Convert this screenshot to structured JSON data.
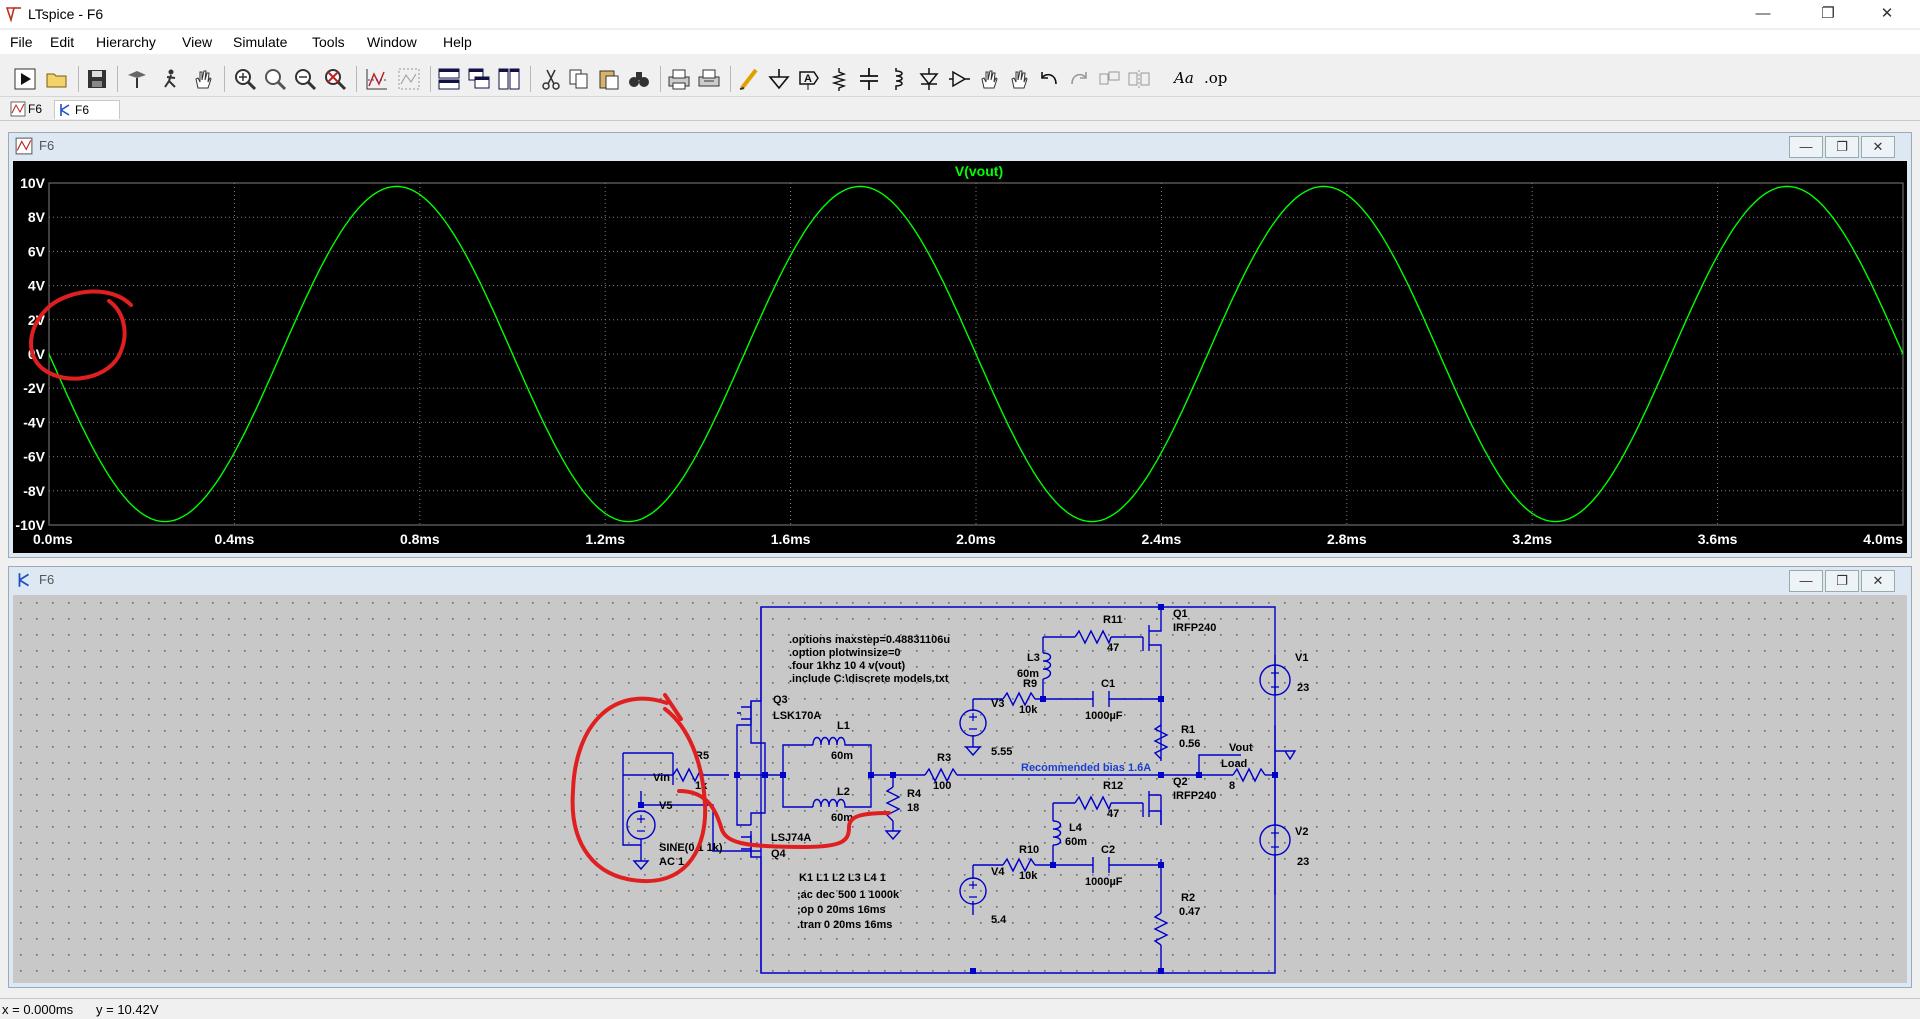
{
  "window": {
    "title": "LTspice - F6"
  },
  "window_controls": {
    "minimize": "—",
    "restore": "❐",
    "close": "✕"
  },
  "menu": [
    "File",
    "Edit",
    "Hierarchy",
    "View",
    "Simulate",
    "Tools",
    "Window",
    "Help"
  ],
  "toolbar": {
    "icons": [
      "run-icon",
      "open-icon",
      "save-icon",
      "control-panel-icon",
      "halt-icon",
      "pan-hand-icon",
      "zoom-in-icon",
      "zoom-full-icon",
      "zoom-out-icon",
      "zoom-cancel-icon",
      "autorange-icon",
      "delete-trace-icon",
      "tile-horizontal-icon",
      "cascade-icon",
      "tile-vertical-icon",
      "cut-icon",
      "copy-icon",
      "paste-icon",
      "find-icon",
      "print-icon",
      "print-preview-icon",
      "draw-wire-icon",
      "ground-icon",
      "label-net-icon",
      "resistor-icon",
      "capacitor-icon",
      "inductor-icon",
      "diode-icon",
      "component-icon",
      "move-icon",
      "drag-icon",
      "undo-icon",
      "redo-icon",
      "rotate-icon",
      "mirror-icon"
    ],
    "text_label": "Aa",
    "spice_directive": ".op"
  },
  "doc_tabs": [
    {
      "label": "F6",
      "kind": "waveform"
    },
    {
      "label": "F6",
      "kind": "schematic"
    }
  ],
  "waveform_window": {
    "title": "F6"
  },
  "schematic_window": {
    "title": "F6"
  },
  "mdi_controls": {
    "minimize": "—",
    "restore": "❐",
    "close": "✕"
  },
  "chart_data": {
    "type": "line",
    "title": "V(vout)",
    "x_tick_labels": [
      "0.0ms",
      "0.4ms",
      "0.8ms",
      "1.2ms",
      "1.6ms",
      "2.0ms",
      "2.4ms",
      "2.8ms",
      "3.2ms",
      "3.6ms",
      "4.0ms"
    ],
    "y_tick_labels": [
      "10V",
      "8V",
      "6V",
      "4V",
      "2V",
      "0V",
      "-2V",
      "-4V",
      "-6V",
      "-8V",
      "-10V"
    ],
    "xlim": [
      0,
      4.0
    ],
    "ylim": [
      -10,
      10
    ],
    "grid": true,
    "series": [
      {
        "name": "V(vout)",
        "color": "#00ff00",
        "amplitude_v": 9.8,
        "frequency_hz": 1000,
        "x_unit": "ms",
        "x": [
          0,
          0.25,
          0.5,
          0.75,
          1.0,
          1.25,
          1.5,
          1.75,
          2.0,
          2.25,
          2.5,
          2.75,
          3.0,
          3.25,
          3.5,
          3.75,
          4.0
        ],
        "y": [
          0,
          -9.8,
          0,
          9.8,
          0,
          -9.8,
          0,
          9.8,
          0,
          -9.8,
          0,
          9.8,
          0,
          -9.8,
          0,
          9.8,
          0
        ]
      }
    ]
  },
  "schematic": {
    "directives": [
      ".options maxstep=0.48831106u",
      ".option plotwinsize=0",
      ".four 1khz 10 4 v(vout)",
      ".include C:\\discrete models.txt"
    ],
    "directives_bottom": [
      "K1 L1 L2 L3 L4 1",
      ";ac dec 500 1 1000k",
      ";op 0 20ms 16ms",
      ".tran 0 20ms 16ms"
    ],
    "bias_note": "Recommended bias 1.6A",
    "components": {
      "q1": {
        "name": "Q1",
        "model": "IRFP240"
      },
      "q2": {
        "name": "Q2",
        "model": "IRFP240"
      },
      "q3": {
        "name": "Q3",
        "model": "LSK170A"
      },
      "q4": {
        "name": "Q4",
        "model": "LSJ74A"
      },
      "r1": {
        "name": "R1",
        "value": "0.56"
      },
      "r2": {
        "name": "R2",
        "value": "0.47"
      },
      "r3": {
        "name": "R3",
        "value": "100"
      },
      "r4": {
        "name": "R4",
        "value": "18"
      },
      "r5": {
        "name": "R5",
        "value": "1k"
      },
      "r9": {
        "name": "R9",
        "value": "10k"
      },
      "r10": {
        "name": "R10",
        "value": "10k"
      },
      "r11": {
        "name": "R11",
        "value": "47"
      },
      "r12": {
        "name": "R12",
        "value": "47"
      },
      "load": {
        "name": "Load",
        "value": "8"
      },
      "l1": {
        "name": "L1",
        "value": "60m"
      },
      "l2": {
        "name": "L2",
        "value": "60m"
      },
      "l3": {
        "name": "L3",
        "value": "60m"
      },
      "l4": {
        "name": "L4",
        "value": "60m"
      },
      "c1": {
        "name": "C1",
        "value": "1000µF"
      },
      "c2": {
        "name": "C2",
        "value": "1000µF"
      },
      "v1": {
        "name": "V1",
        "value": "23"
      },
      "v2": {
        "name": "V2",
        "value": "23"
      },
      "v3": {
        "name": "V3",
        "value": "5.55"
      },
      "v4": {
        "name": "V4",
        "value": "5.4"
      },
      "v5": {
        "name": "V5",
        "value": "SINE(0 1 1k)",
        "ac": "AC 1"
      }
    },
    "net_labels": {
      "vin": "Vin",
      "vout": "Vout"
    },
    "annotation_color": "#e02020"
  },
  "status": {
    "x": "x = 0.000ms",
    "y": "y = 10.42V"
  }
}
